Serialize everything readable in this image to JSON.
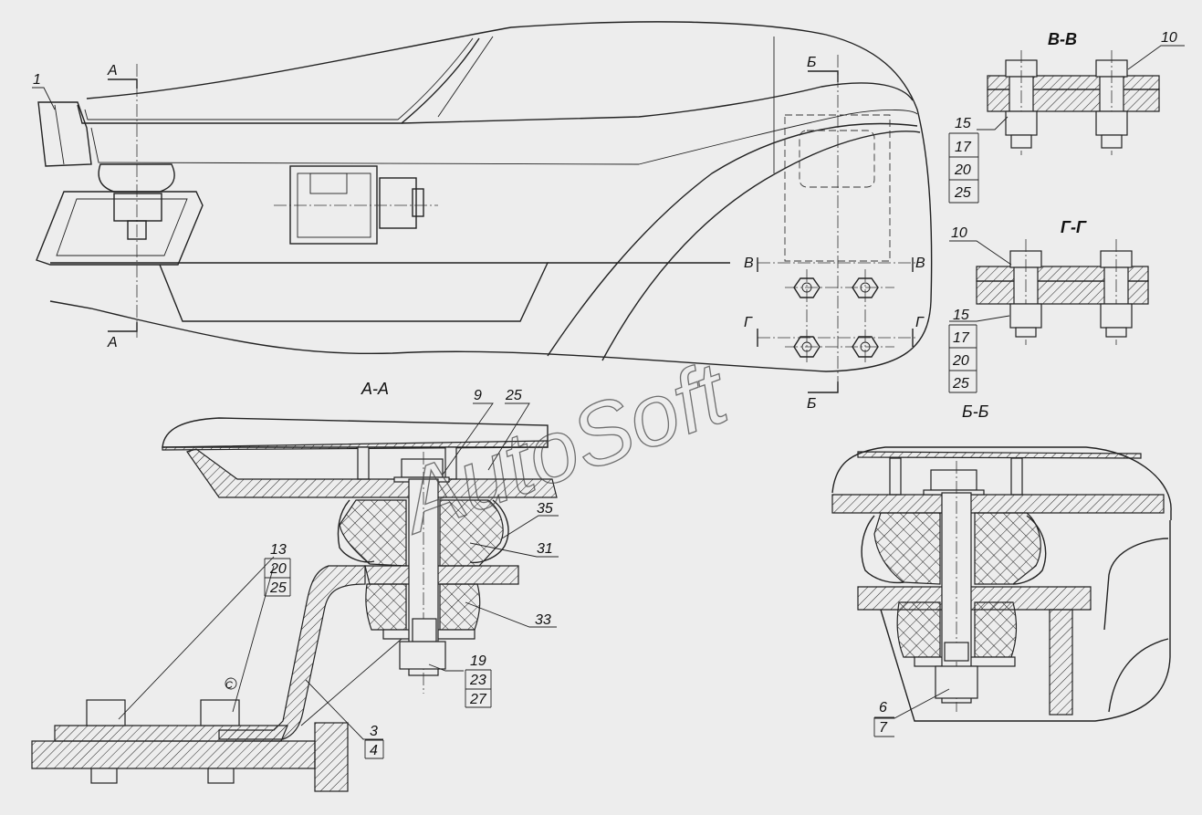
{
  "watermark": "AutoSoft",
  "section_labels": {
    "aa": "А-А",
    "bb": "Б-Б",
    "vv": "В-В",
    "gg": "Г-Г"
  },
  "cut_marks": {
    "a": "А",
    "b": "Б",
    "v": "В",
    "g": "Г"
  },
  "part_numbers": {
    "p1": "1",
    "p10_vv": "10",
    "p10_gg": "10",
    "vv_group": [
      "15",
      "17",
      "20",
      "25"
    ],
    "gg_group": [
      "15",
      "17",
      "20",
      "25"
    ],
    "p9": "9",
    "p25_top": "25",
    "p35": "35",
    "p31": "31",
    "p33": "33",
    "p13_group": [
      "13",
      "20",
      "25"
    ],
    "p19_group": [
      "19",
      "23",
      "27"
    ],
    "p3_group": [
      "3",
      "4"
    ],
    "p6_group": [
      "6",
      "7"
    ],
    "circle_c": "С"
  }
}
